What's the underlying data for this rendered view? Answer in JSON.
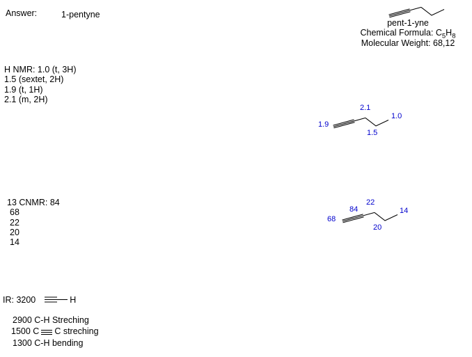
{
  "answer": {
    "label": "Answer:",
    "value": "1-pentyne"
  },
  "compound": {
    "name": "pent-1-yne",
    "formula_prefix": "Chemical Formula: C",
    "formula_sub1": "5",
    "formula_mid": "H",
    "formula_sub2": "8",
    "molecular_weight": "Molecular Weight: 68,12"
  },
  "hnmr": {
    "lines": [
      "H NMR: 1.0 (t, 3H)",
      "1.5 (sextet, 2H)",
      "1.9 (t, 1H)",
      "2.1 (m, 2H)"
    ],
    "assignments": {
      "alkyne_h": "1.9",
      "c3_h2": "2.1",
      "c4_h2": "1.5",
      "c5_h3": "1.0"
    }
  },
  "cnmr": {
    "lines": [
      "13 CNMR: 84",
      "68",
      "22",
      "20",
      "14"
    ],
    "assignments": {
      "c1": "68",
      "c2": "84",
      "c3": "22",
      "c4": "20",
      "c5": "14"
    }
  },
  "ir": {
    "line1_label": "IR: 3200",
    "h_label": "H",
    "line2": "2900 C-H Streching",
    "line3_prefix": "1500 C",
    "line3_suffix": "C streching",
    "line4": "1300 C-H bending"
  },
  "colors": {
    "assignment_blue": "#0000cd",
    "text": "#000000",
    "background": "#ffffff"
  }
}
